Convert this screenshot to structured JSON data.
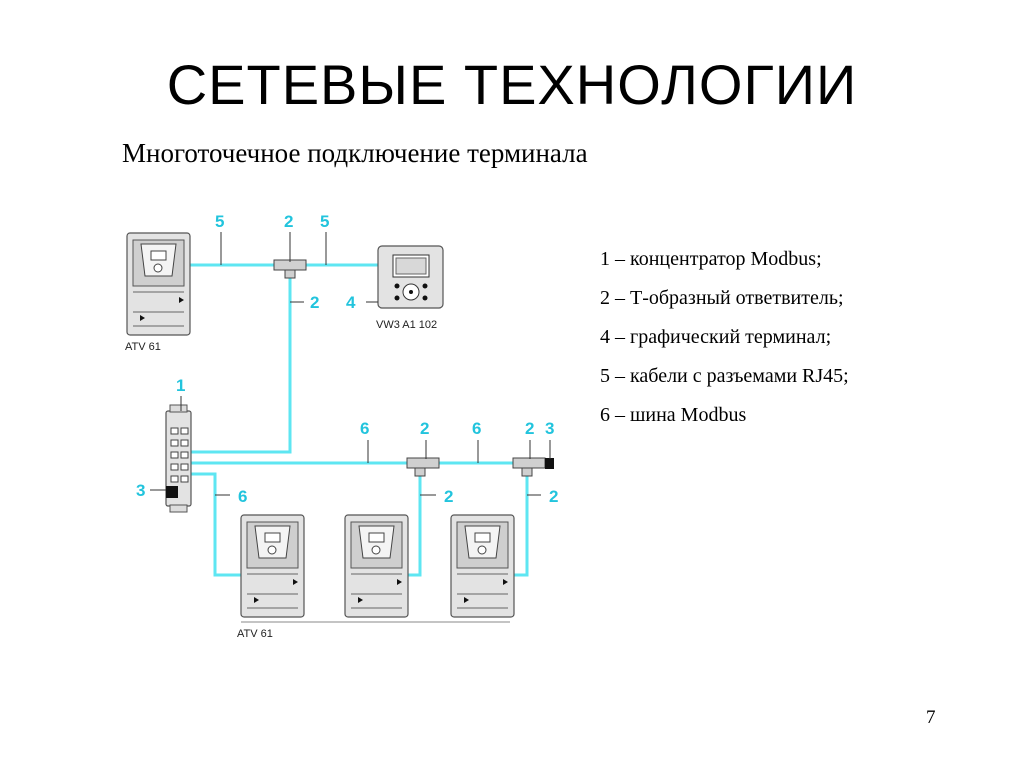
{
  "title": "СЕТЕВЫЕ ТЕХНОЛОГИИ",
  "subtitle": "Многоточечное подключение терминала",
  "legend": [
    "1 – концентратор Modbus;",
    "2 – Т-образный ответвитель;",
    "4 – графический терминал;",
    "5 – кабели с разъемами RJ45;",
    "6 – шина Modbus"
  ],
  "page_number": "7",
  "diagram": {
    "cable_color": "#5ee6f2",
    "label_color": "#22c4dd",
    "device_captions": {
      "drive_top": "ATV 61",
      "terminal": "VW3 A1 102",
      "drive_bottom": "ATV 61"
    },
    "labels": {
      "top_cable_left": "5",
      "top_tee": "2",
      "top_cable_right": "5",
      "top_tee_drop": "2",
      "terminal": "4",
      "hub": "1",
      "hub_terminator": "3",
      "hub_drop": "6",
      "bus_left": "6",
      "bus_tee_1": "2",
      "bus_right": "6",
      "bus_tee_2": "2",
      "bus_terminator": "3",
      "drop_1": "2",
      "drop_2": "2"
    }
  }
}
